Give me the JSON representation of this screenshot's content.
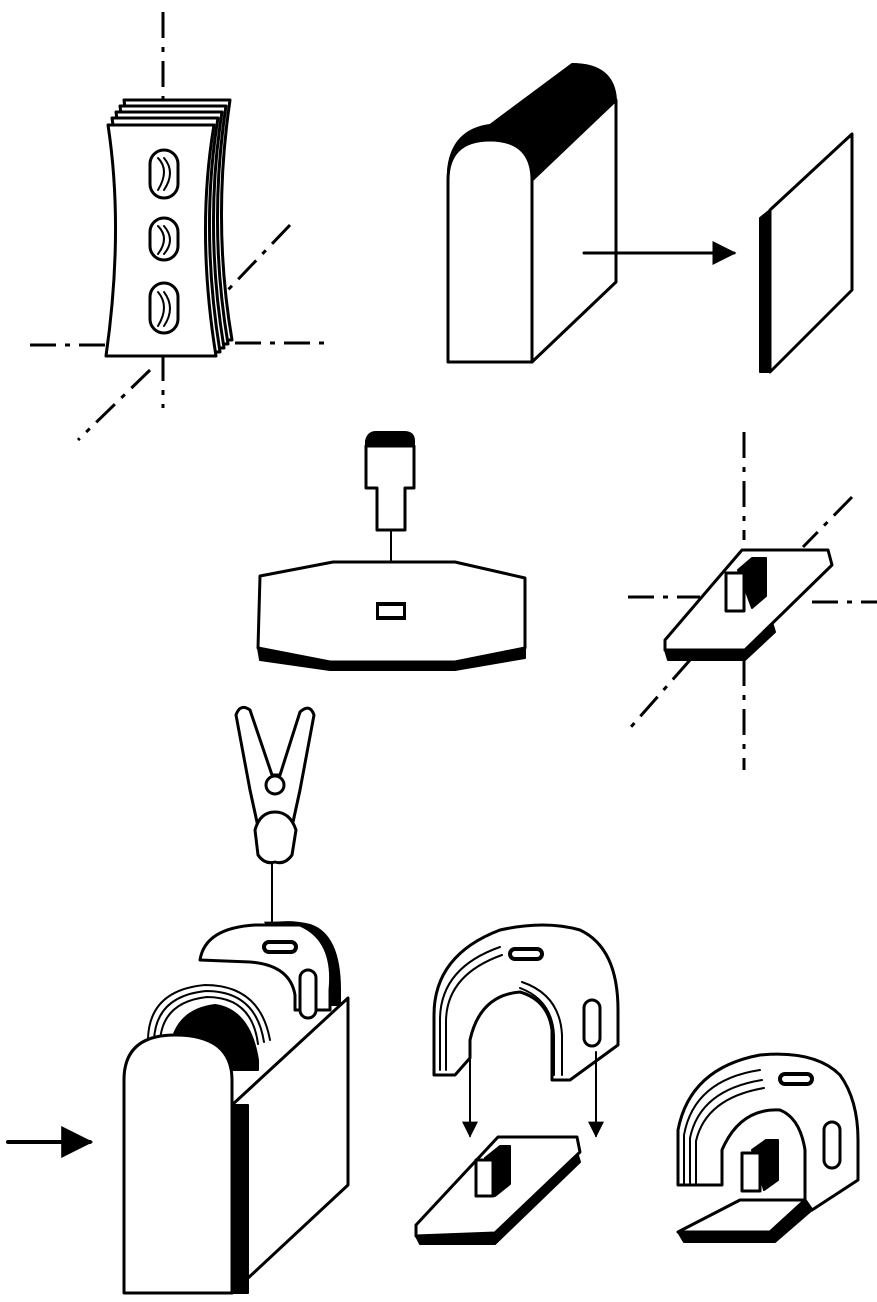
{
  "diagram": {
    "colors": {
      "ink": "#000000",
      "paper": "#ffffff"
    },
    "panels": [
      {
        "id": "laminated-core-stack",
        "icon": "hourglass-lamination-stack"
      },
      {
        "id": "half-tunnel-block-with-plate",
        "icon": "tunnel-block"
      },
      {
        "id": "mold-with-inserted-chip",
        "icon": "press-tool"
      },
      {
        "id": "base-plate-on-axes",
        "icon": "base-plate"
      },
      {
        "id": "clamp-into-tunnel-mold",
        "icon": "clip-clamp"
      },
      {
        "id": "arch-dropped-onto-base",
        "icon": "arch-core"
      },
      {
        "id": "assembled-arch-on-base",
        "icon": "assembly"
      }
    ]
  }
}
